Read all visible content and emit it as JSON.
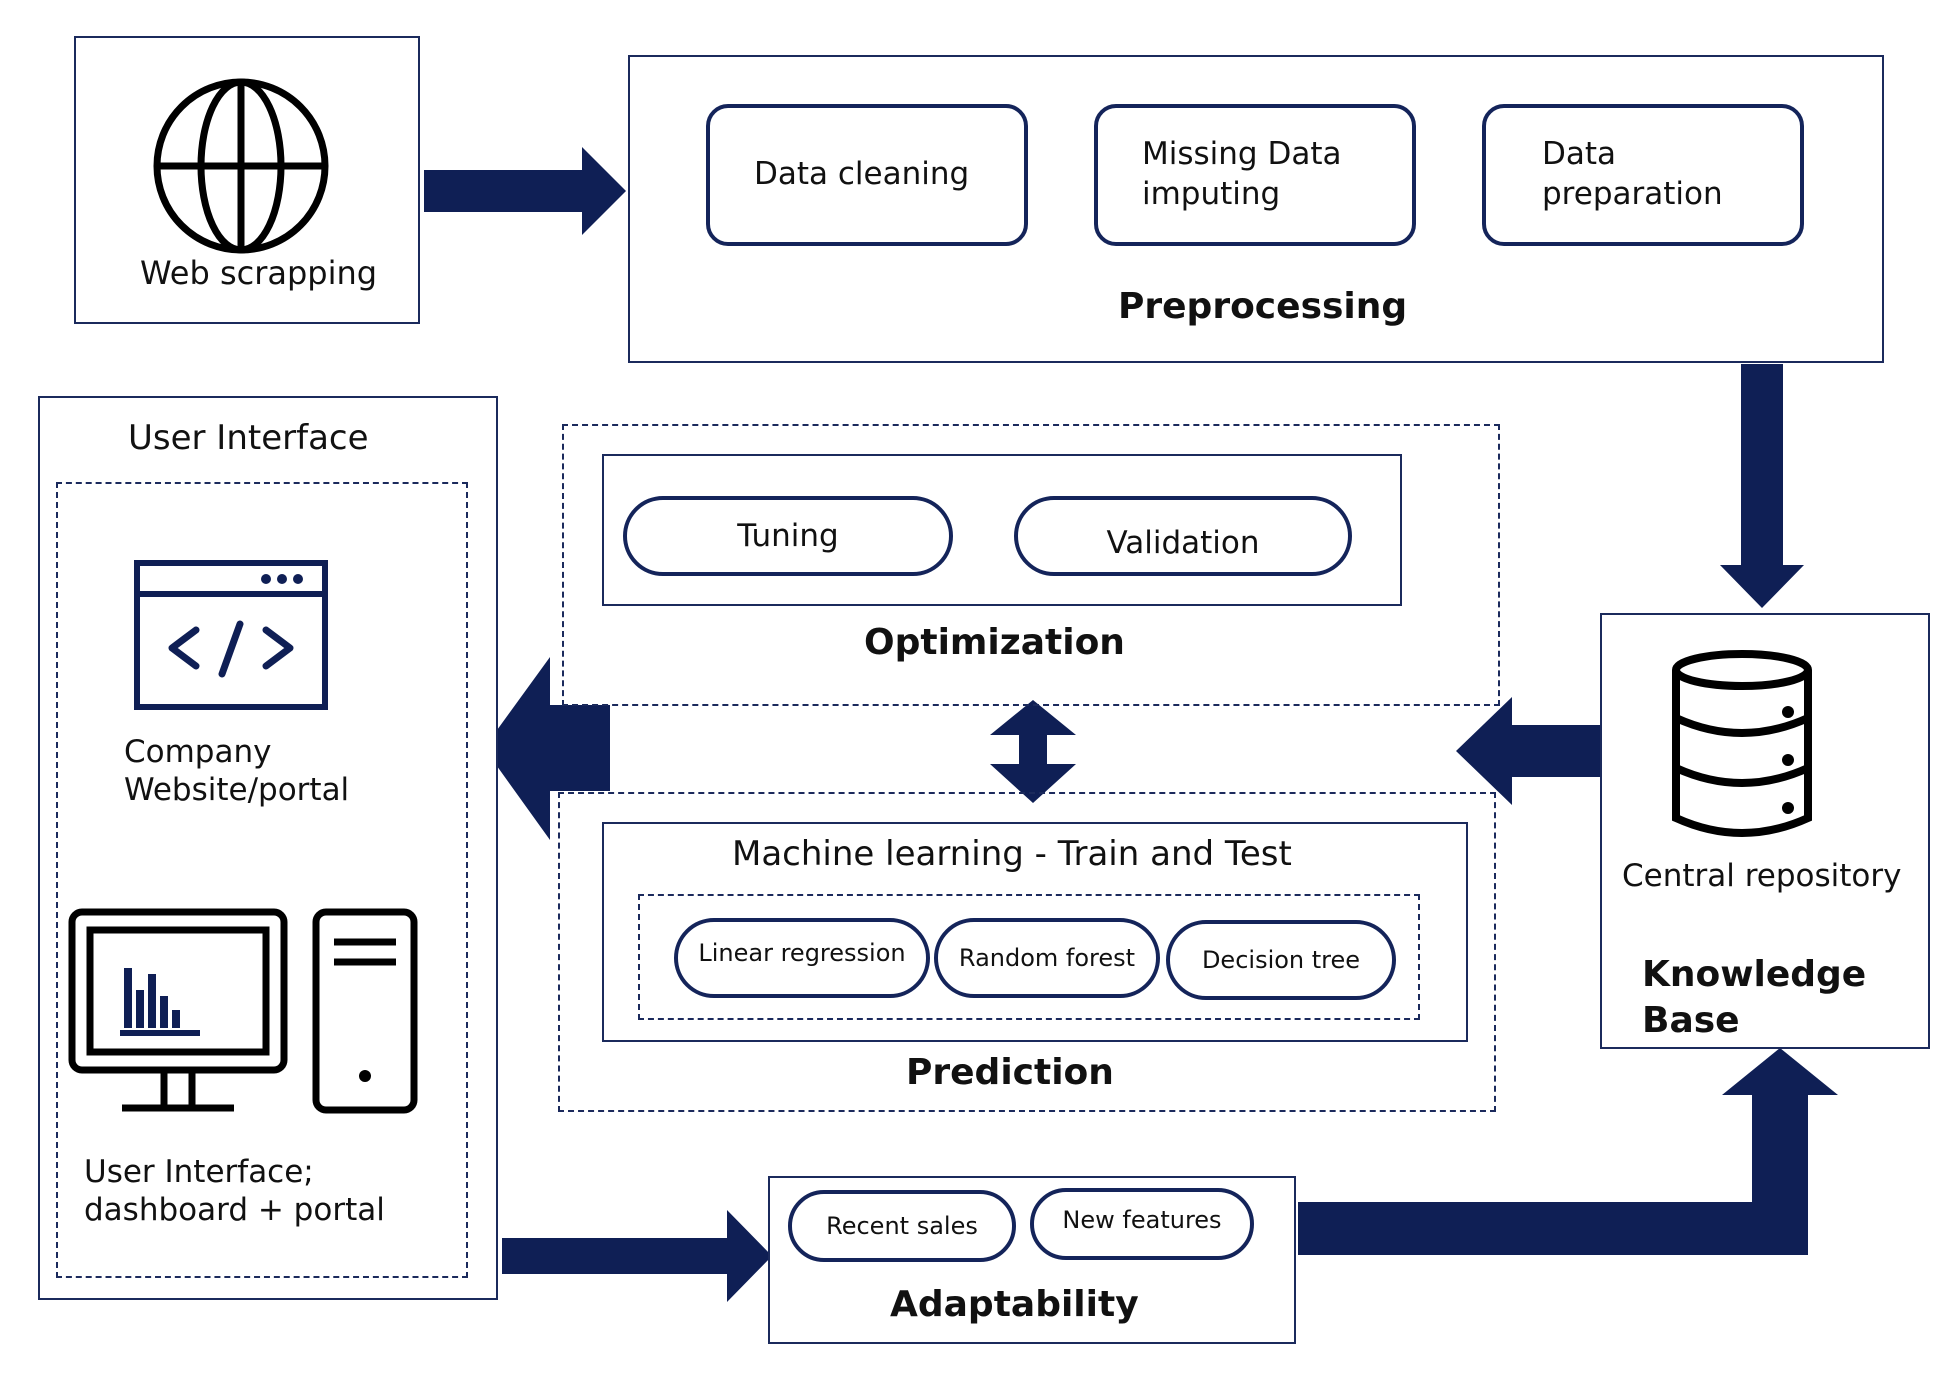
{
  "colors": {
    "navy": "#0f1f55",
    "border": "#1b2a5c",
    "background": "#ffffff"
  },
  "web_scraping": {
    "label": "Web scrapping",
    "icon": "globe-icon"
  },
  "preprocessing": {
    "title": "Preprocessing",
    "steps": [
      {
        "line1": "Data cleaning",
        "line2": ""
      },
      {
        "line1": "Missing Data",
        "line2": "imputing"
      },
      {
        "line1": "Data",
        "line2": "preparation"
      }
    ]
  },
  "knowledge_base": {
    "title_line1": "Knowledge",
    "title_line2": "Base",
    "repository_label": "Central repository",
    "icon": "database-icon"
  },
  "optimization": {
    "title": "Optimization",
    "items": [
      "Tuning",
      "Validation"
    ]
  },
  "prediction": {
    "title": "Prediction",
    "ml_title": "Machine learning - Train and Test",
    "models": [
      "Linear regression",
      "Random forest",
      "Decision tree"
    ]
  },
  "user_interface": {
    "title": "User Interface",
    "website_line1": "Company",
    "website_line2": "Website/portal",
    "website_icon": "code-window-icon",
    "dashboard_line1": "User Interface;",
    "dashboard_line2": "dashboard + portal",
    "dashboard_icon": "desktop-computer-icon"
  },
  "adaptability": {
    "title": "Adaptability",
    "items": [
      "Recent sales",
      "New features"
    ]
  }
}
